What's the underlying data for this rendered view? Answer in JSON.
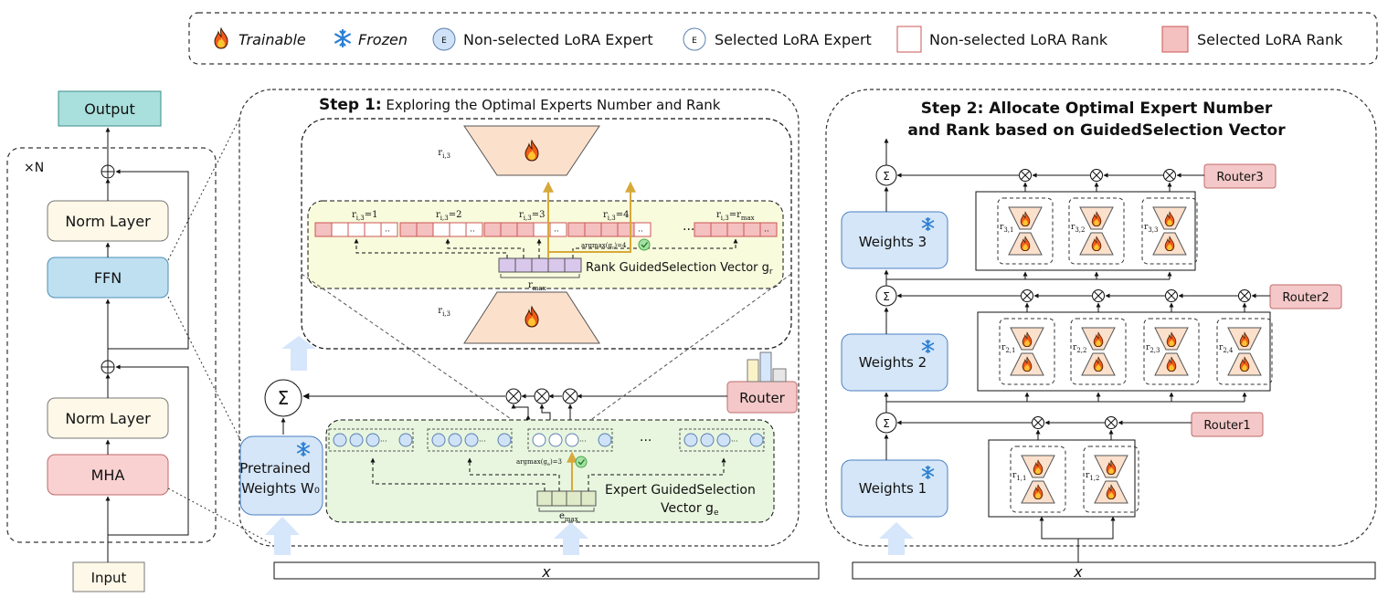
{
  "legend": {
    "trainable": "Trainable",
    "frozen": "Frozen",
    "non_selected_expert": "Non-selected LoRA Expert",
    "selected_expert": "Selected LoRA Expert",
    "non_selected_rank": "Non-selected  LoRA Rank",
    "selected_rank": "Selected  LoRA Rank",
    "expert_glyph": "E"
  },
  "transformer": {
    "output": "Output",
    "repeat": "×N",
    "norm1": "Norm Layer",
    "ffn": "FFN",
    "norm2": "Norm Layer",
    "mha": "MHA",
    "input": "Input"
  },
  "step1": {
    "title_bold": "Step 1:",
    "title_rest": " Exploring the Optimal Experts Number and Rank",
    "r_top": "r",
    "r_top_sub": "i,3",
    "r_bottom": "r",
    "r_bottom_sub": "i,3",
    "rank_labels": [
      "r",
      "r",
      "r",
      "r",
      "r"
    ],
    "rank_label_subs": [
      "i,3",
      "i,3",
      "i,3",
      "i,3",
      "i,3"
    ],
    "rank_label_vals": [
      "=1",
      "=2",
      "=3",
      "=4",
      "=r"
    ],
    "rank_label_last_sub": "max",
    "rank_ellipsis": "···",
    "argmax_r": "argmax(g",
    "argmax_r_sub": "r",
    "argmax_r_val": ")=4",
    "rank_vector_label": "Rank GuidedSelection Vector g",
    "rank_vector_sub": "r",
    "r_max": "r",
    "r_max_sub": "max",
    "router": "Router",
    "sum_symbol": "Σ",
    "pretrained_line1": "Pretrained",
    "pretrained_line2": "Weights W₀",
    "expert_ellipsis": "···",
    "argmax_e": "argmax(g",
    "argmax_e_sub": "e",
    "argmax_e_val": ")=3",
    "expert_vector_line1": "Expert GuidedSelection",
    "expert_vector_line2": "Vector g",
    "expert_vector_sub": "e",
    "e_max": "e",
    "e_max_sub": "max",
    "x_label": "x"
  },
  "step2": {
    "title_line1": "Step 2: Allocate Optimal Expert Number",
    "title_line2": "and Rank based on GuidedSelection Vector",
    "weights3": "Weights 3",
    "weights2": "Weights 2",
    "weights1": "Weights 1",
    "router3": "Router3",
    "router2": "Router2",
    "router1": "Router1",
    "sum_symbol": "Σ",
    "experts3": [
      "r3,1",
      "r3,2",
      "r3,3"
    ],
    "experts2": [
      "r2,1",
      "r2,2",
      "r2,3",
      "r2,4"
    ],
    "experts1": [
      "r1,1",
      "r1,2"
    ],
    "x_label": "x"
  },
  "colors": {
    "output_fill": "#a9dfdc",
    "norm_fill": "#fdf8e8",
    "ffn_fill": "#bfe0f0",
    "mha_fill": "#f9d1d1",
    "weights_fill": "#d5e6f8",
    "router_fill": "#f4c8c8",
    "selected_rank_fill": "#f4c0c0",
    "yellow_panel": "#f8fbdc",
    "green_panel": "#e8f6df",
    "trapezoid_fill": "#fbe0cc",
    "arrow_blue": "#d6e6fb",
    "gold": "#d7a93a",
    "purple": "#d9c7ec"
  }
}
